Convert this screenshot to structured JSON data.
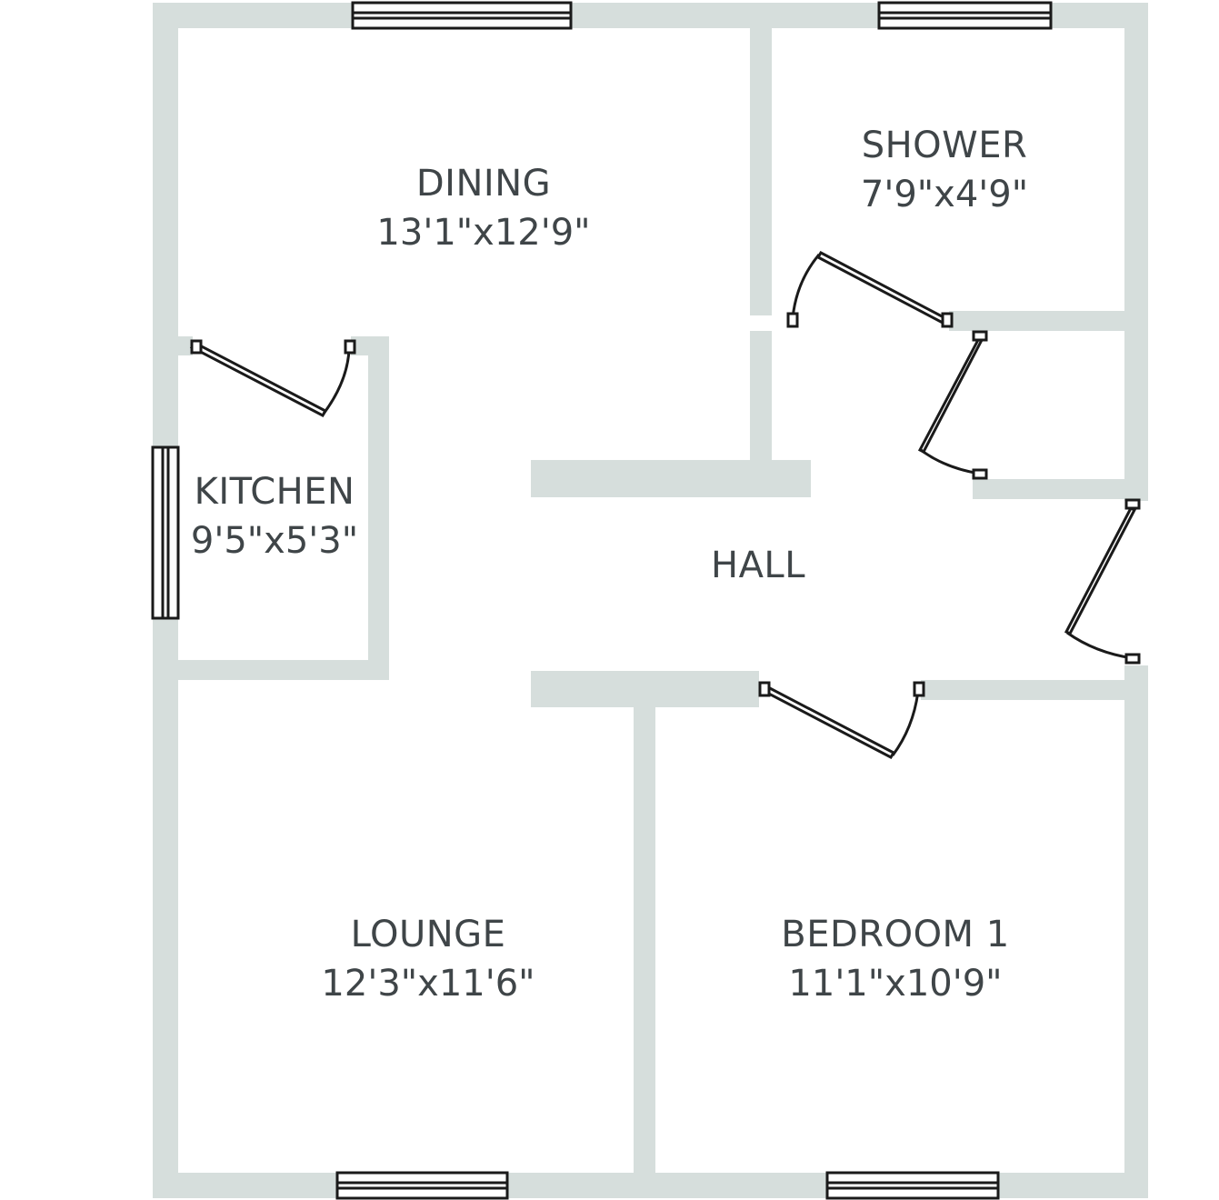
{
  "colors": {
    "wall": "#d6dedc",
    "line": "#1a1a1a",
    "text": "#3f4548",
    "background": "#ffffff"
  },
  "rooms": {
    "dining": {
      "name": "DINING",
      "size": "13'1\"x12'9\""
    },
    "shower": {
      "name": "SHOWER",
      "size": "7'9\"x4'9\""
    },
    "kitchen": {
      "name": "KITCHEN",
      "size": "9'5\"x5'3\""
    },
    "hall": {
      "name": "HALL"
    },
    "lounge": {
      "name": "LOUNGE",
      "size": "12'3\"x11'6\""
    },
    "bedroom1": {
      "name": "BEDROOM 1",
      "size": "11'1\"x10'9\""
    }
  }
}
